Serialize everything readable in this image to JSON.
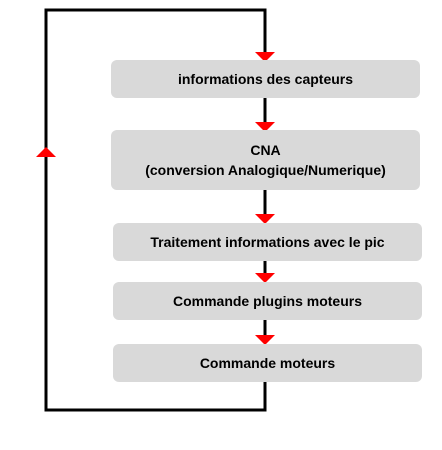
{
  "diagram": {
    "steps": [
      {
        "label": "informations des capteurs"
      },
      {
        "line1": "CNA",
        "line2": "(conversion Analogique/Numerique)"
      },
      {
        "label": "Traitement informations avec le pic"
      },
      {
        "label": "Commande plugins moteurs"
      },
      {
        "label": "Commande moteurs"
      }
    ],
    "colors": {
      "arrow": "#ff0000",
      "line": "#000000",
      "box": "#d9d9d9"
    }
  }
}
